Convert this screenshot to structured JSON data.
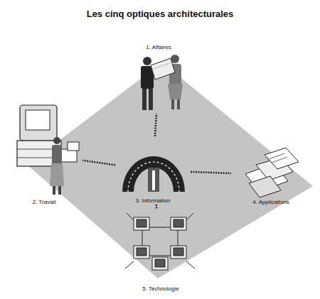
{
  "diagram": {
    "title": "Les cinq optiques architecturales",
    "nodes": [
      {
        "text": [
          "1. Affaires"
        ]
      },
      {
        "text": [
          "2. Travail"
        ]
      },
      {
        "text": [
          "3. Information"
        ]
      },
      {
        "text": [
          "4. Applications"
        ]
      },
      {
        "text": [
          "5. Technologie"
        ]
      }
    ],
    "edges": [
      {
        "from": 2,
        "to": 0,
        "arrow": "none"
      },
      {
        "from": 2,
        "to": 1,
        "arrow": "none"
      },
      {
        "from": 2,
        "to": 3,
        "arrow": "none"
      },
      {
        "from": 2,
        "to": 4,
        "arrow": "none"
      }
    ]
  }
}
